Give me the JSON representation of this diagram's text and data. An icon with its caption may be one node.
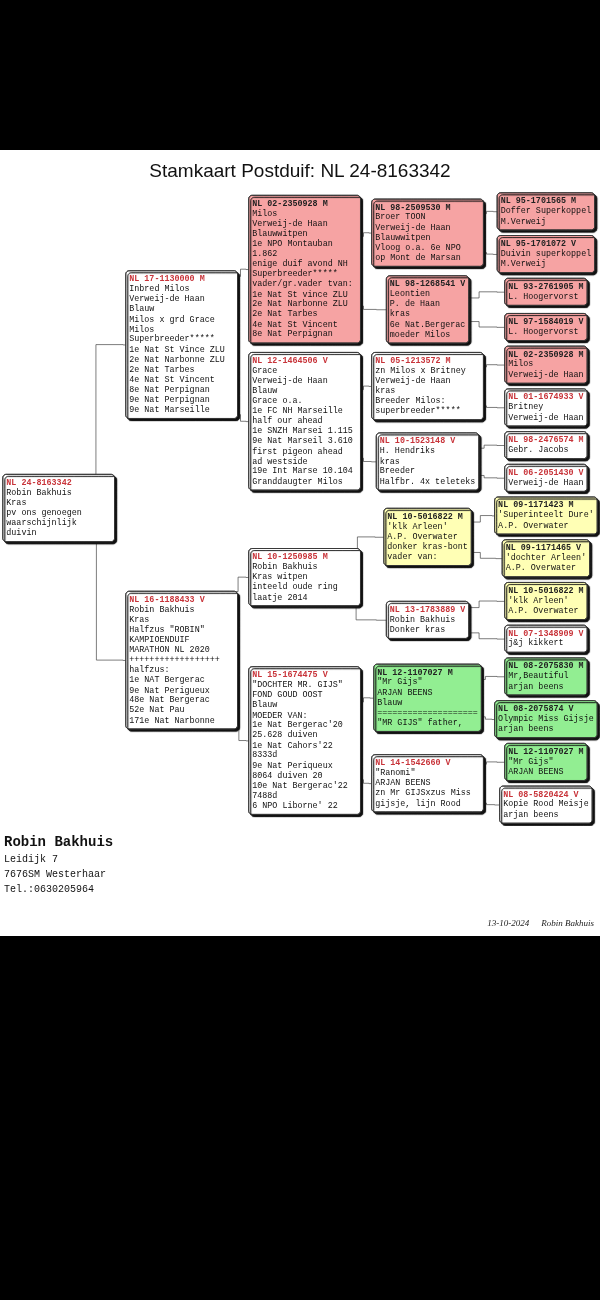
{
  "diagram": {
    "title": "Stamkaart Postduif: NL 24-8163342",
    "nodes": [
      {
        "text": [
          "NL 24-8163342",
          "Robin Bakhuis",
          "Kras",
          "pv ons genoegen waarschijnlijk duivin"
        ]
      },
      {
        "text": [
          "NL 17-1130000 M",
          "Inbred Milos",
          "Verweij-de Haan",
          "Blauw",
          "Milos x grd Grace Milos",
          "Superbreeder*****",
          "1e Nat St Vince ZLU",
          "2e Nat Narbonne ZLU",
          "2e Nat Tarbes",
          "4e Nat St Vincent",
          "8e Nat Perpignan",
          "9e Nat Perpignan",
          "9e Nat Marseille"
        ]
      },
      {
        "text": [
          "NL 16-1188433 V",
          "Robin Bakhuis",
          "Kras",
          "Halfzus \"ROBIN\" KAMPIOENDUIF MARATHON NL 2020",
          "++++++++++++++++++",
          "halfzus:",
          "1e NAT Bergerac",
          "9e Nat Perigueux",
          "48e Nat Bergerac",
          "52e Nat Pau",
          "171e Nat Narbonne"
        ]
      },
      {
        "text": [
          "NL 02-2350928 M",
          "Milos",
          "Verweij-de Haan",
          "Blauwwitpen",
          "1e NPO Montauban 1.862",
          "enige duif avond NH",
          "Superbreeder*****",
          "vader/gr.vader tvan:",
          "1e Nat St vince ZLU",
          "2e Nat Narbonne ZLU",
          "2e Nat Tarbes",
          "4e Nat St Vincent",
          "8e Nat Perpignan"
        ]
      },
      {
        "text": [
          "NL 12-1464506 V",
          "Grace",
          "Verweij-de Haan",
          "Blauw",
          "Grace o.a.",
          "1e FC NH Marseille half our ahead",
          "1e SNZH Marsei 1.115",
          "9e Nat Marseil 3.610",
          "first pigeon ahead ad westside",
          "19e Int Marse 10.104",
          "Granddaugter Milos"
        ]
      },
      {
        "text": [
          "NL 10-1250985 M",
          "Robin Bakhuis",
          "Kras witpen",
          "inteeld oude ring laatje 2014"
        ]
      },
      {
        "text": [
          "NL 15-1674475 V",
          "\"DOCHTER MR. GIJS\"",
          "FOND GOUD OOST",
          "Blauw",
          "MOEDER VAN:",
          "1e Nat Bergerac'20 25.628 duiven",
          "1e Nat Cahors'22 8333d",
          "9e Nat Periqueux 8064 duiven 20",
          "10e Nat Bergerac'22 7488d",
          "6 NPO Liborne' 22"
        ]
      },
      {
        "text": [
          "NL 98-2509530 M",
          "Broer TOON",
          "Verweij-de Haan",
          "Blauwwitpen",
          "Vloog o.a. 6e NPO op Mont de Marsan"
        ]
      },
      {
        "text": [
          "NL 98-1268541 V",
          "Leontien",
          "P. de Haan",
          "kras",
          "6e Nat.Bergerac",
          "moeder Milos"
        ]
      },
      {
        "text": [
          "NL 05-1213572 M",
          "zn Milos x Britney",
          "Verweij-de Haan",
          "kras",
          "Breeder Milos: superbreeder*****"
        ]
      },
      {
        "text": [
          "NL 10-1523148 V",
          "H. Hendriks",
          "kras",
          "Breeder",
          "Halfbr. 4x teleteks"
        ]
      },
      {
        "text": [
          "NL 10-5016822 M",
          "'klk Arleen'",
          "A.P. Overwater",
          "donker kras-bont",
          "vader van:"
        ]
      },
      {
        "text": [
          "NL 13-1783889 V",
          "Robin Bakhuis",
          "Donker kras"
        ]
      },
      {
        "text": [
          "NL 12-1107027 M",
          "\"Mr Gijs\"",
          "ARJAN BEENS",
          "Blauw",
          "====================",
          "\"MR GIJS\" father,"
        ]
      },
      {
        "text": [
          "NL 14-1542660 V",
          "\"Ranomi\"",
          "ARJAN BEENS",
          "zn Mr GIJSxzus Miss gijsje, lijn Rood"
        ]
      },
      {
        "text": [
          "NL 95-1701565 M",
          "Doffer Superkoppel",
          "M.Verweij"
        ]
      },
      {
        "text": [
          "NL 95-1701072 V",
          "Duivin superkoppel",
          "M.Verweij"
        ]
      },
      {
        "text": [
          "NL 93-2761905 M",
          "L. Hoogervorst"
        ]
      },
      {
        "text": [
          "NL 97-1584019 V",
          "L. Hoogervorst"
        ]
      },
      {
        "text": [
          "NL 02-2350928 M",
          "Milos",
          "Verweij-de Haan"
        ]
      },
      {
        "text": [
          "NL 01-1674933 V",
          "Britney",
          "Verweij-de Haan"
        ]
      },
      {
        "text": [
          "NL 98-2476574 M",
          "Gebr. Jacobs"
        ]
      },
      {
        "text": [
          "NL 06-2051430 V",
          "Verweij-de Haan"
        ]
      },
      {
        "text": [
          "NL 09-1171423 M",
          "'Superinteelt Dure'",
          "A.P. Overwater"
        ]
      },
      {
        "text": [
          "NL 09-1171465 V",
          "'dochter Arleen'",
          "A.P. Overwater"
        ]
      },
      {
        "text": [
          "NL 10-5016822 M",
          "'klk Arleen'",
          "A.P. Overwater"
        ]
      },
      {
        "text": [
          "NL 07-1348909 V",
          "j&j kikkert"
        ]
      },
      {
        "text": [
          "NL 08-2075830 M",
          "Mr,Beautiful",
          "arjan beens"
        ]
      },
      {
        "text": [
          "NL 08-2075874 V",
          "Olympic Miss Gijsje",
          "arjan beens"
        ]
      },
      {
        "text": [
          "NL 12-1107027 M",
          "\"Mr Gijs\"",
          "ARJAN BEENS"
        ]
      },
      {
        "text": [
          "NL 08-5820424 V",
          "Kopie Rood Meisje",
          "arjan beens"
        ]
      }
    ],
    "edges": [
      {
        "from": 0,
        "to": 1,
        "arrow": "none"
      },
      {
        "from": 0,
        "to": 2,
        "arrow": "none"
      },
      {
        "from": 1,
        "to": 3,
        "arrow": "none"
      },
      {
        "from": 1,
        "to": 4,
        "arrow": "none"
      },
      {
        "from": 2,
        "to": 5,
        "arrow": "none"
      },
      {
        "from": 2,
        "to": 6,
        "arrow": "none"
      },
      {
        "from": 3,
        "to": 7,
        "arrow": "none"
      },
      {
        "from": 3,
        "to": 8,
        "arrow": "none"
      },
      {
        "from": 4,
        "to": 9,
        "arrow": "none"
      },
      {
        "from": 4,
        "to": 10,
        "arrow": "none"
      },
      {
        "from": 5,
        "to": 11,
        "arrow": "none"
      },
      {
        "from": 5,
        "to": 12,
        "arrow": "none"
      },
      {
        "from": 6,
        "to": 13,
        "arrow": "none"
      },
      {
        "from": 6,
        "to": 14,
        "arrow": "none"
      },
      {
        "from": 7,
        "to": 15,
        "arrow": "none"
      },
      {
        "from": 7,
        "to": 16,
        "arrow": "none"
      },
      {
        "from": 8,
        "to": 17,
        "arrow": "none"
      },
      {
        "from": 8,
        "to": 18,
        "arrow": "none"
      },
      {
        "from": 9,
        "to": 19,
        "arrow": "none"
      },
      {
        "from": 9,
        "to": 20,
        "arrow": "none"
      },
      {
        "from": 10,
        "to": 21,
        "arrow": "none"
      },
      {
        "from": 10,
        "to": 22,
        "arrow": "none"
      },
      {
        "from": 11,
        "to": 23,
        "arrow": "none"
      },
      {
        "from": 11,
        "to": 24,
        "arrow": "none"
      },
      {
        "from": 12,
        "to": 25,
        "arrow": "none"
      },
      {
        "from": 12,
        "to": 26,
        "arrow": "none"
      },
      {
        "from": 13,
        "to": 27,
        "arrow": "none"
      },
      {
        "from": 13,
        "to": 28,
        "arrow": "none"
      },
      {
        "from": 14,
        "to": 29,
        "arrow": "none"
      },
      {
        "from": 14,
        "to": 30,
        "arrow": "none"
      }
    ],
    "labels": [
      "Robin Bakhuis",
      "Leidijk 7",
      "7676SM Westerhaar",
      "Tel.:0630205964",
      "13-10-2024",
      "Robin Bakhuis"
    ]
  }
}
